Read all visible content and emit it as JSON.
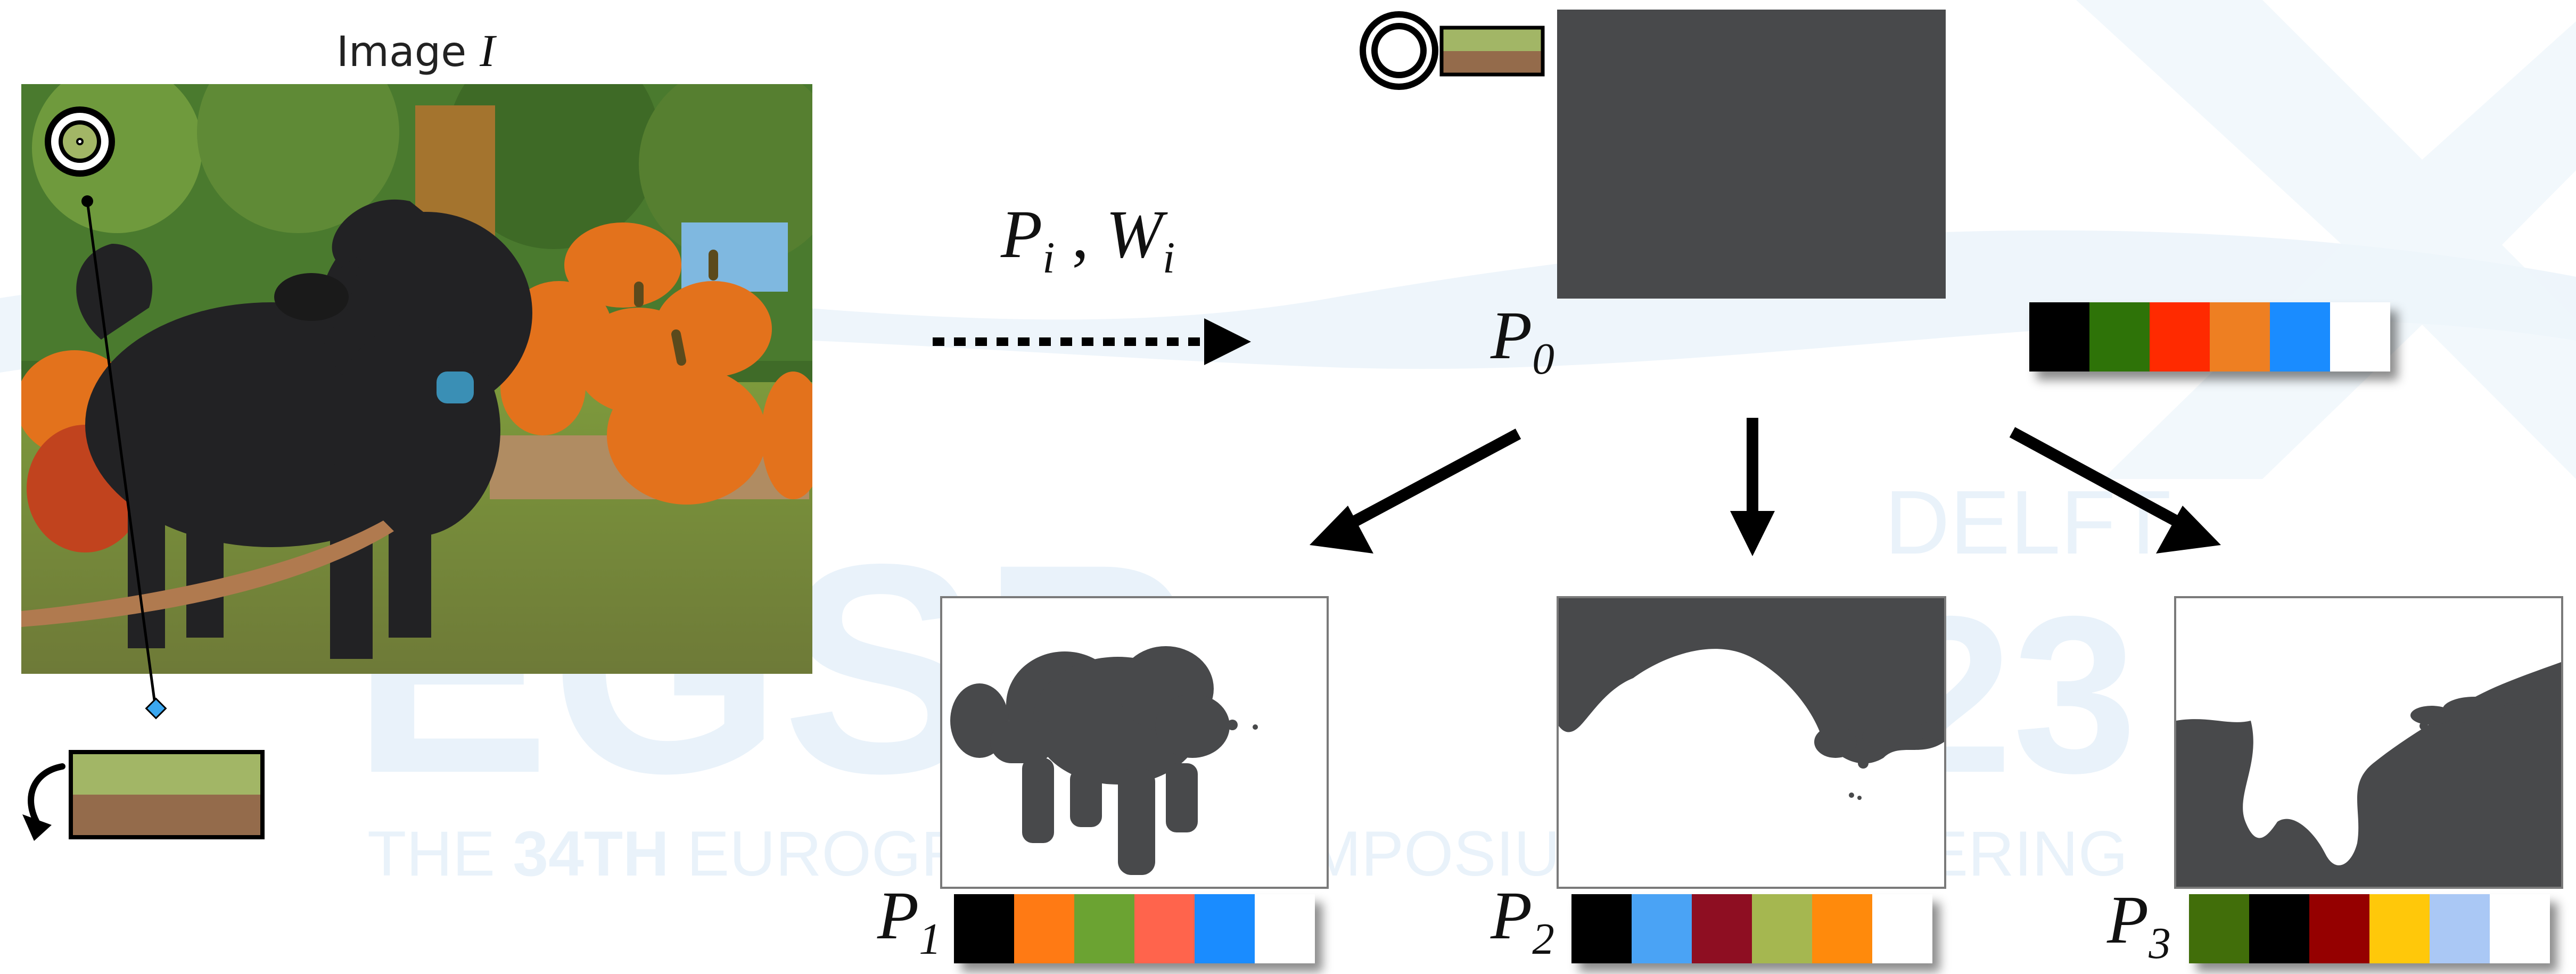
{
  "image_caption_prefix": "Image ",
  "image_caption_var": "I",
  "arrow_label": {
    "p": "P",
    "i1": "i",
    "sep": " , ",
    "w": "W",
    "i2": "i"
  },
  "nodes": [
    {
      "var": "P",
      "sub": "0"
    },
    {
      "var": "P",
      "sub": "1"
    },
    {
      "var": "P",
      "sub": "2"
    },
    {
      "var": "P",
      "sub": "3"
    }
  ],
  "palettes": {
    "p0": [
      "#000000",
      "#2e7308",
      "#ff2a00",
      "#ee7f22",
      "#1a8cff",
      "#ffffff"
    ],
    "p1": [
      "#000000",
      "#ff7a14",
      "#6ba332",
      "#ff644c",
      "#1a8cff",
      "#ffffff"
    ],
    "p2": [
      "#000000",
      "#4aa3f5",
      "#8e0e22",
      "#a5b750",
      "#ff8a0c",
      "#ffffff"
    ],
    "p3": [
      "#416e0a",
      "#000000",
      "#950000",
      "#ffc80a",
      "#aac8f5",
      "#ffffff"
    ]
  },
  "colors": {
    "mask_gray": "#48494b",
    "picked_top": "#a2b666",
    "picked_bottom": "#946b4b"
  },
  "watermark": {
    "big": "EGSR",
    "year": "2023",
    "city": "DELFT",
    "tagline_pre": "THE ",
    "tagline_bold": "34TH",
    "tagline_post": " EUROGRAPHICS SYMPOSIUM ON RENDERING"
  }
}
